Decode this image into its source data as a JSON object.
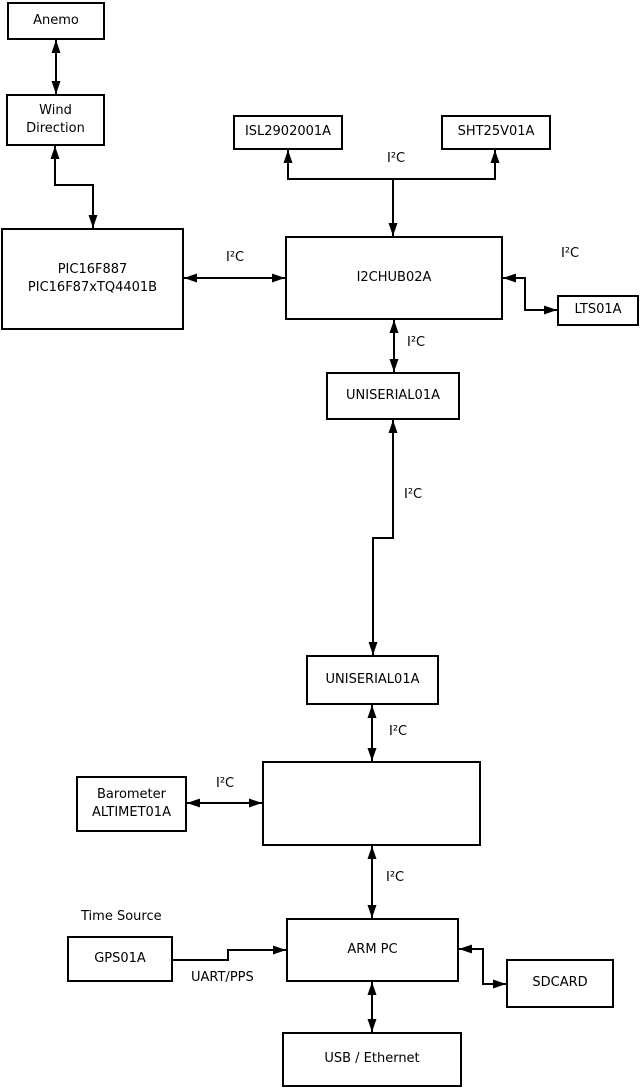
{
  "diagram": {
    "nodes": {
      "anemo": {
        "label": "Anemo"
      },
      "wind": {
        "label": "Wind\nDirection"
      },
      "pic": {
        "label": "PIC16F887\nPIC16F87xTQ4401B"
      },
      "isl": {
        "label": "ISL2902001A"
      },
      "sht": {
        "label": "SHT25V01A"
      },
      "hub1": {
        "label": "I2CHUB02A"
      },
      "lts": {
        "label": "LTS01A"
      },
      "uniserial1": {
        "label": "UNISERIAL01A"
      },
      "uniserial2": {
        "label": "UNISERIAL01A"
      },
      "barometer": {
        "label": "Barometer\nALTIMET01A"
      },
      "gps": {
        "label": "GPS01A"
      },
      "arm_pc": {
        "label": "ARM PC"
      },
      "sdcard": {
        "label": "SDCARD"
      },
      "usb": {
        "label": "USB / Ethernet"
      }
    },
    "labels": {
      "i2c": "I²C",
      "uart_pps": "UART/PPS",
      "time_source": "Time Source"
    },
    "colors": {
      "line": "#000000",
      "box_border": "#000000",
      "background": "#ffffff"
    }
  }
}
